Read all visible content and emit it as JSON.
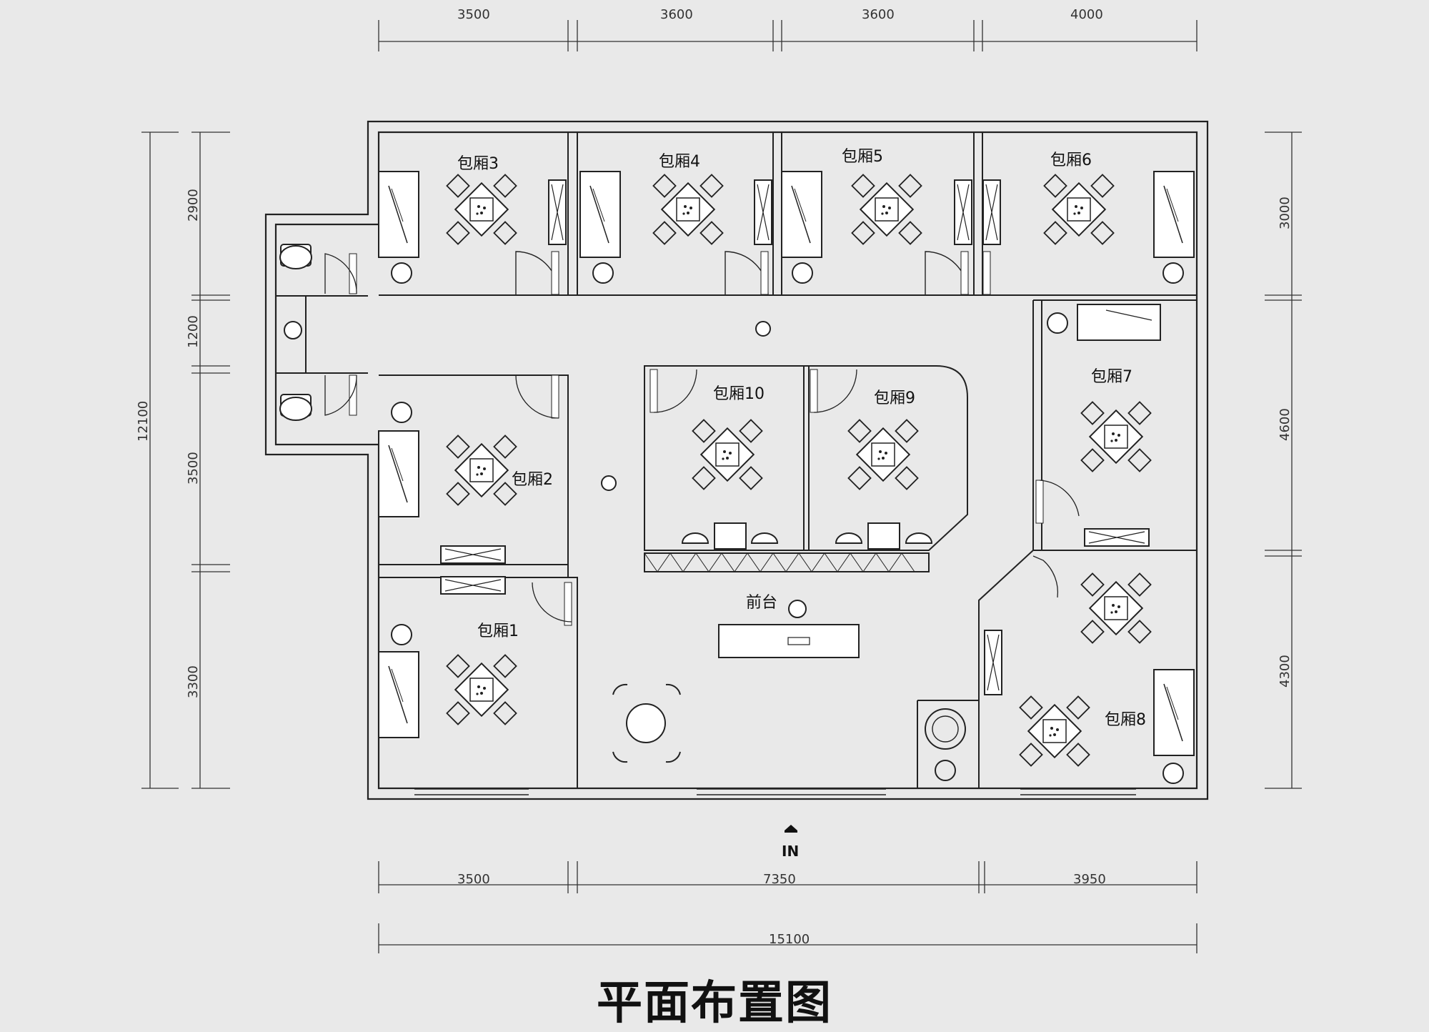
{
  "plan": {
    "title": "平面布置图",
    "entrance_label": "IN",
    "rooms": [
      {
        "key": "r3",
        "label": "包厢3"
      },
      {
        "key": "r4",
        "label": "包厢4"
      },
      {
        "key": "r5",
        "label": "包厢5"
      },
      {
        "key": "r6",
        "label": "包厢6"
      },
      {
        "key": "r7",
        "label": "包厢7"
      },
      {
        "key": "r8",
        "label": "包厢8"
      },
      {
        "key": "r9",
        "label": "包厢9"
      },
      {
        "key": "r10",
        "label": "包厢10"
      },
      {
        "key": "r2",
        "label": "包厢2"
      },
      {
        "key": "r1",
        "label": "包厢1"
      }
    ],
    "reception_label": "前台",
    "dimensions": {
      "top": [
        "3500",
        "3600",
        "3600",
        "4000"
      ],
      "bottom": [
        "3500",
        "7350",
        "3950"
      ],
      "bottom_total": "15100",
      "left": [
        "2900",
        "1200",
        "3500",
        "3300"
      ],
      "left_total": "12100",
      "right": [
        "3000",
        "4600",
        "4300"
      ]
    }
  }
}
